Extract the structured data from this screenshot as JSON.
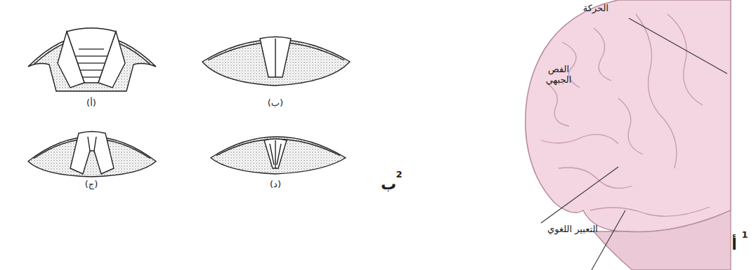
{
  "diagram": {
    "labels": [
      "(أ)",
      "(ب)",
      "(ج)",
      "(د)",
      "ب",
      "2",
      "الحركة",
      "الفص الجبهي",
      "التعبير اللغوي",
      "أ",
      "1"
    ]
  }
}
